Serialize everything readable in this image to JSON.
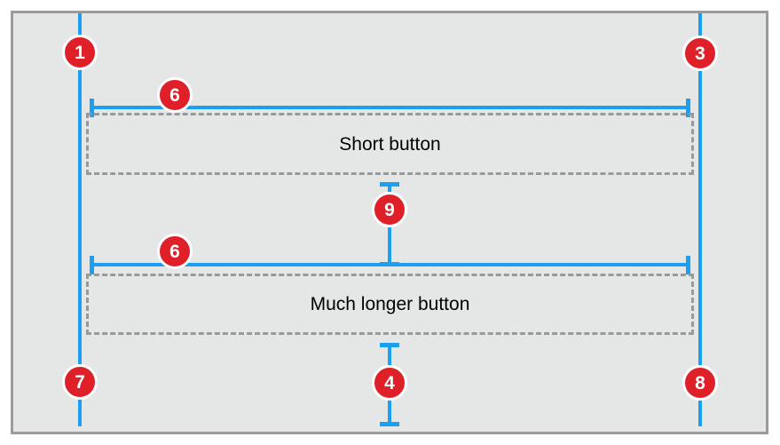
{
  "figure": {
    "description": "Auto Layout constraint diagram with two dashed buttons pinned to leading and trailing margin guides",
    "colors": {
      "canvas_background": "#e5e6e6",
      "frame_border": "#9b9b9b",
      "dashed_outline": "#999999",
      "guide_blue": "#1a9ff3",
      "badge_red": "#e02029"
    },
    "buttons": [
      {
        "label": "Short button"
      },
      {
        "label": "Much longer button"
      }
    ],
    "badges": [
      {
        "id": "top-left-margin",
        "number": "1"
      },
      {
        "id": "top-right-margin",
        "number": "3"
      },
      {
        "id": "width-measure-first",
        "number": "6"
      },
      {
        "id": "vertical-spacing",
        "number": "9"
      },
      {
        "id": "width-measure-second",
        "number": "6"
      },
      {
        "id": "bottom-left-margin",
        "number": "7"
      },
      {
        "id": "bottom-right-margin",
        "number": "8"
      },
      {
        "id": "bottom-spacing",
        "number": "4"
      }
    ]
  }
}
